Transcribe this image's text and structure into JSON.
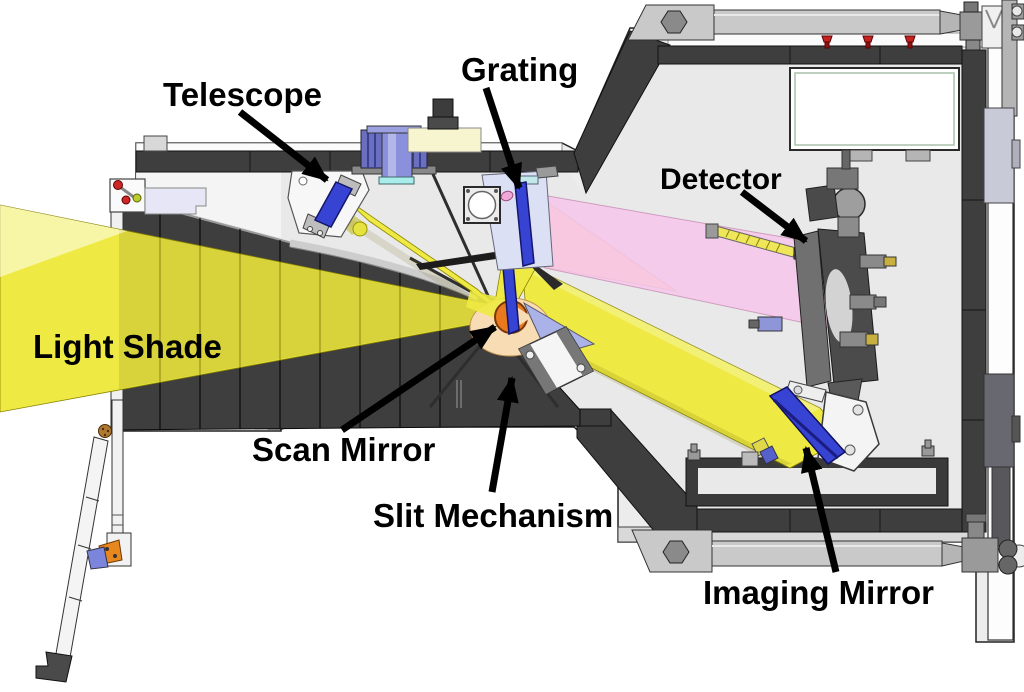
{
  "diagram": {
    "type": "spectrometer-cross-section",
    "background": "#ffffff",
    "labels": {
      "telescope": "Telescope",
      "grating": "Grating",
      "detector": "Detector",
      "light_shade": "Light Shade",
      "scan_mirror": "Scan Mirror",
      "slit_mechanism": "Slit Mechanism",
      "imaging_mirror": "Imaging Mirror"
    },
    "colors": {
      "beam_yellow": "#eeea43",
      "beam_tan": "#f6d9a0",
      "beam_pink": "#f8c6ec",
      "mirror_blue": "#3743d2",
      "scan_orange": "#e8791c",
      "scan_peach": "#f8dcb4",
      "slit_lavender": "#aab2e8",
      "grating_panel": "#dce0f4",
      "motor_purple": "#8b90dd",
      "motor_cream": "#f7f4d0",
      "housing_dark": "#3e3e3e",
      "housing_mid": "#c9c9c9",
      "housing_light": "#ececec",
      "interior_light": "#e9e9e9",
      "screw_red": "#c42222",
      "bracket_orange": "#e8871e",
      "label_text": "#000000"
    }
  }
}
